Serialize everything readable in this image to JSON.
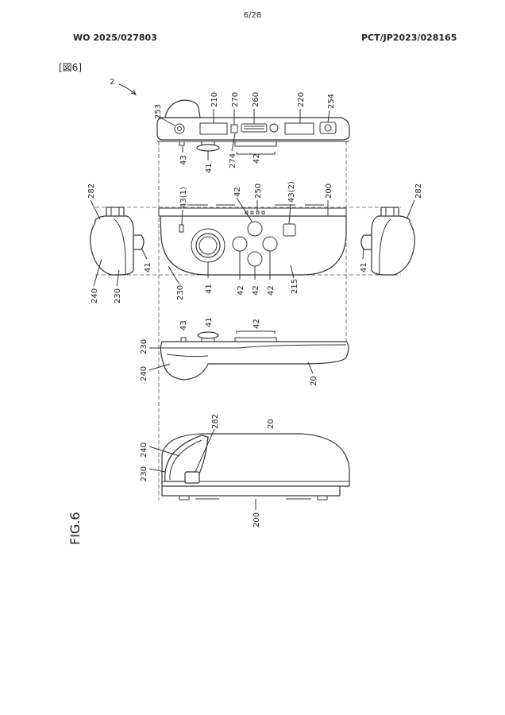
{
  "header": {
    "page_number": "6/28",
    "publication_number": "WO 2025/027803",
    "application_number": "PCT/JP2023/028165"
  },
  "figure": {
    "reference": "[図6]",
    "caption": "FIG.6",
    "main_ref": "2"
  },
  "labels": {
    "l253": "253",
    "l210": "210",
    "l270": "270",
    "l260": "260",
    "l220": "220",
    "l254": "254",
    "l43": "43",
    "l41": "41",
    "l274": "274",
    "l42": "42",
    "l282": "282",
    "l43_1": "43(1)",
    "l250": "250",
    "l43_2": "43(2)",
    "l200": "200",
    "l240": "240",
    "l230": "230",
    "l215": "215",
    "l20": "20"
  }
}
